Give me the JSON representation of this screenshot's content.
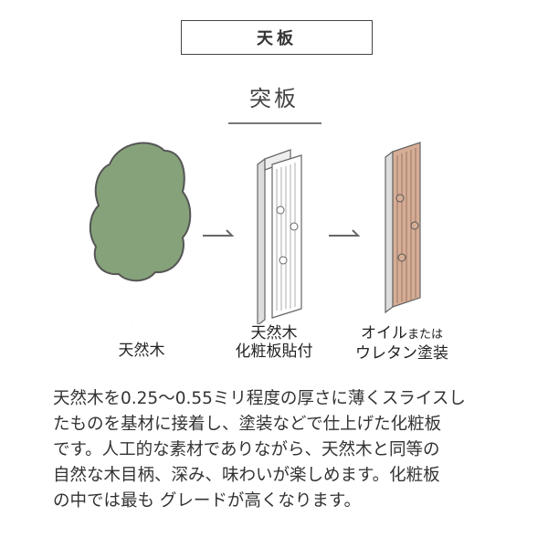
{
  "header": {
    "title": "天板",
    "subtitle": "突板"
  },
  "steps": [
    {
      "label_lines": [
        "天然木"
      ],
      "icon": "tree-icon"
    },
    {
      "label_lines": [
        "天然木",
        "化粧板貼付"
      ],
      "icon": "veneer-board-icon"
    },
    {
      "label_main": "オイル",
      "label_small": "または",
      "label_line2": "ウレタン塗装",
      "icon": "finished-board-icon"
    }
  ],
  "description_lines": [
    "天然木を0.25～0.55ミリ程度の厚さに薄くスライスし",
    "たものを基材に接着し、塗装などで仕上げた化粧板",
    "です。人工的な素材でありながら、天然木と同等の",
    "自然な木目柄、深み、味わいが楽しめます。化粧板",
    "の中では最も グレードが高くなります。"
  ],
  "colors": {
    "tree": "#86a27a",
    "finished_wood": "#d6ad95",
    "board_edge": "#d8d8d8",
    "outline": "#555555"
  }
}
